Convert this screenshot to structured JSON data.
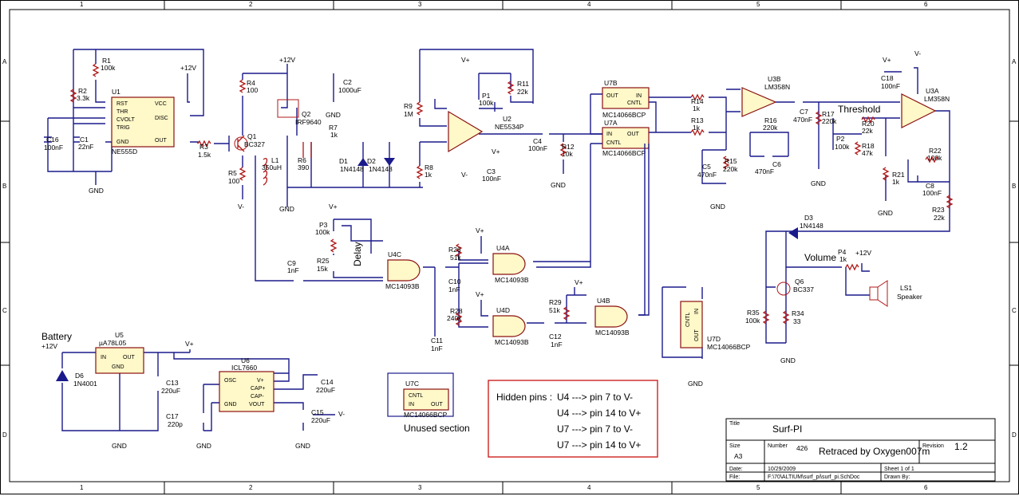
{
  "grid": {
    "cols": [
      "1",
      "2",
      "3",
      "4",
      "5",
      "6"
    ],
    "rows": [
      "A",
      "B",
      "C",
      "D"
    ]
  },
  "ic": {
    "u1": {
      "ref": "U1",
      "part": "NE555D",
      "pins": [
        "RST",
        "THR",
        "CVOLT",
        "TRIG",
        "VCC",
        "DISC",
        "OUT",
        "GND"
      ]
    },
    "u2": {
      "ref": "U2",
      "part": "NE5534P"
    },
    "u3a": {
      "ref": "U3A",
      "part": "LM358N"
    },
    "u3b": {
      "ref": "U3B",
      "part": "LM358N"
    },
    "u4a": {
      "ref": "U4A",
      "part": "MC14093B"
    },
    "u4b": {
      "ref": "U4B",
      "part": "MC14093B"
    },
    "u4c": {
      "ref": "U4C",
      "part": "MC14093B"
    },
    "u4d": {
      "ref": "U4D",
      "part": "MC14093B"
    },
    "u5": {
      "ref": "U5",
      "part": "µA78L05",
      "pins": [
        "IN",
        "OUT",
        "GND"
      ]
    },
    "u6": {
      "ref": "U6",
      "part": "ICL7660",
      "pins": [
        "OSC",
        "V+",
        "CAP+",
        "CAP-",
        "GND",
        "VOUT"
      ]
    },
    "u7a": {
      "ref": "U7A",
      "part": "MC14066BCP",
      "pins": [
        "IN",
        "OUT",
        "CNTL"
      ]
    },
    "u7b": {
      "ref": "U7B",
      "part": "MC14066BCP",
      "pins": [
        "OUT",
        "IN",
        "CNTL"
      ]
    },
    "u7c": {
      "ref": "U7C",
      "part": "MC14066BCP",
      "pins": [
        "CNTL",
        "IN",
        "OUT"
      ]
    },
    "u7d": {
      "ref": "U7D",
      "part": "MC14066BCP",
      "pins": [
        "CNTL",
        "IN",
        "OUT"
      ]
    }
  },
  "parts": {
    "r1": [
      "R1",
      "100k"
    ],
    "r2": [
      "R2",
      "3.3k"
    ],
    "r3": [
      "R3",
      "1.5k"
    ],
    "r4": [
      "R4",
      "100"
    ],
    "r5": [
      "R5",
      "100"
    ],
    "r6": [
      "R6",
      "390"
    ],
    "r7": [
      "R7",
      "1k"
    ],
    "r8": [
      "R8",
      "1k"
    ],
    "r9": [
      "R9",
      "1M"
    ],
    "r11": [
      "R11",
      "22k"
    ],
    "r12": [
      "R12",
      "10k"
    ],
    "r13": [
      "R13",
      "1k"
    ],
    "r14": [
      "R14",
      "1k"
    ],
    "r15": [
      "R15",
      "220k"
    ],
    "r16": [
      "R16",
      "220k"
    ],
    "r17": [
      "R17",
      "220k"
    ],
    "r18": [
      "R18",
      "47k"
    ],
    "r20": [
      "R20",
      "22k"
    ],
    "r21": [
      "R21",
      "1k"
    ],
    "r22": [
      "R22",
      "100k"
    ],
    "r23": [
      "R23",
      "22k"
    ],
    "r25": [
      "R25",
      "15k"
    ],
    "r26": [
      "R26",
      "51k"
    ],
    "r28": [
      "R28",
      "240k"
    ],
    "r29": [
      "R29",
      "51k"
    ],
    "r34": [
      "R34",
      "33"
    ],
    "r35": [
      "R35",
      "100k"
    ],
    "c1": [
      "C1",
      "22nF"
    ],
    "c2": [
      "C2",
      "1000uF"
    ],
    "c3": [
      "C3",
      "100nF"
    ],
    "c4": [
      "C4",
      "100nF"
    ],
    "c5": [
      "C5",
      "470nF"
    ],
    "c6": [
      "C6",
      "470nF"
    ],
    "c7": [
      "C7",
      "470nF"
    ],
    "c8": [
      "C8",
      "100nF"
    ],
    "c9": [
      "C9",
      "1nF"
    ],
    "c10": [
      "C10",
      "1nF"
    ],
    "c11": [
      "C11",
      "1nF"
    ],
    "c12": [
      "C12",
      "1nF"
    ],
    "c13": [
      "C13",
      "220uF"
    ],
    "c14": [
      "C14",
      "220uF"
    ],
    "c15": [
      "C15",
      "220uF"
    ],
    "c16": [
      "C16",
      "100nF"
    ],
    "c17": [
      "C17",
      "220p"
    ],
    "c18": [
      "C18",
      "100nF"
    ],
    "p1": [
      "P1",
      "100k"
    ],
    "p2": [
      "P2",
      "100k"
    ],
    "p3": [
      "P3",
      "100k"
    ],
    "p4": [
      "P4",
      "1k"
    ],
    "d1": [
      "D1",
      "1N4148"
    ],
    "d2": [
      "D2",
      "1N4148"
    ],
    "d3": [
      "D3",
      "1N4148"
    ],
    "d6": [
      "D6",
      "1N4001"
    ],
    "q1": [
      "Q1",
      "BC327"
    ],
    "q2": [
      "Q2",
      "IRF9640"
    ],
    "q6": [
      "Q6",
      "BC337"
    ],
    "l1": [
      "L1",
      "350uH"
    ],
    "ls1": [
      "LS1",
      "Speaker"
    ]
  },
  "power": {
    "v12": "+12V",
    "vplus": "V+",
    "vminus": "V-",
    "gnd": "GND"
  },
  "notes": {
    "threshold": "Threshold",
    "delay": "Delay",
    "volume": "Volume",
    "battery": "Battery",
    "unused": "Unused section",
    "hidden_title": "Hidden pins :",
    "hidden_lines": [
      "U4 ---> pin 7 to V-",
      "U4 ---> pin 14 to V+",
      "U7 ---> pin 7 to V-",
      "U7 ---> pin 14 to V+"
    ]
  },
  "title_block": {
    "title_label": "Title",
    "title": "Surf-PI",
    "size_label": "Size",
    "size": "A3",
    "number_label": "Number",
    "number": "426",
    "retraced": "Retraced by Oxygen007m",
    "revision_label": "Revision",
    "revision": "1.2",
    "date_label": "Date:",
    "date": "10/29/2009",
    "sheet": "Sheet 1 of 1",
    "file_label": "File:",
    "file": "F:\\70\\ALTIUM\\surf_pi\\surf_pi.SchDoc",
    "drawn_by": "Drawn By:"
  },
  "colors": {
    "wire": "#1a1a8c",
    "part": "#b01818",
    "ic_fill": "#fff8c8",
    "frame": "#000000",
    "notes_border": "#cc2222"
  }
}
